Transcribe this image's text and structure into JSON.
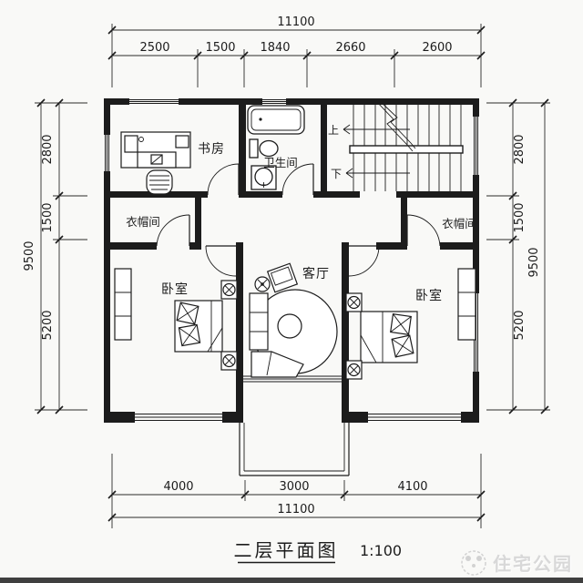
{
  "page": {
    "background": "#f9f9f7",
    "ink_color": "#1c1c1c",
    "watermark_color": "#d8d8d8"
  },
  "title": {
    "text": "二层平面图",
    "scale": "1:100"
  },
  "watermark": {
    "brand": "住宅公园"
  },
  "rooms": {
    "study": "书房",
    "bathroom": "卫生间",
    "closet_left": "衣帽间",
    "closet_right": "衣帽间",
    "living": "客厅",
    "bedroom_left": "卧室",
    "bedroom_right": "卧室"
  },
  "stairs": {
    "up": "上",
    "down": "下"
  },
  "dims": {
    "top": {
      "total": "11100",
      "segs": [
        "2500",
        "1500",
        "1840",
        "2660",
        "2600"
      ]
    },
    "bottom": {
      "total": "11100",
      "segs": [
        "4000",
        "3000",
        "4100"
      ]
    },
    "left": {
      "total": "9500",
      "segs": [
        "2800",
        "1500",
        "5200"
      ]
    },
    "right": {
      "total": "9500",
      "segs": [
        "2800",
        "1500",
        "5200"
      ]
    }
  }
}
